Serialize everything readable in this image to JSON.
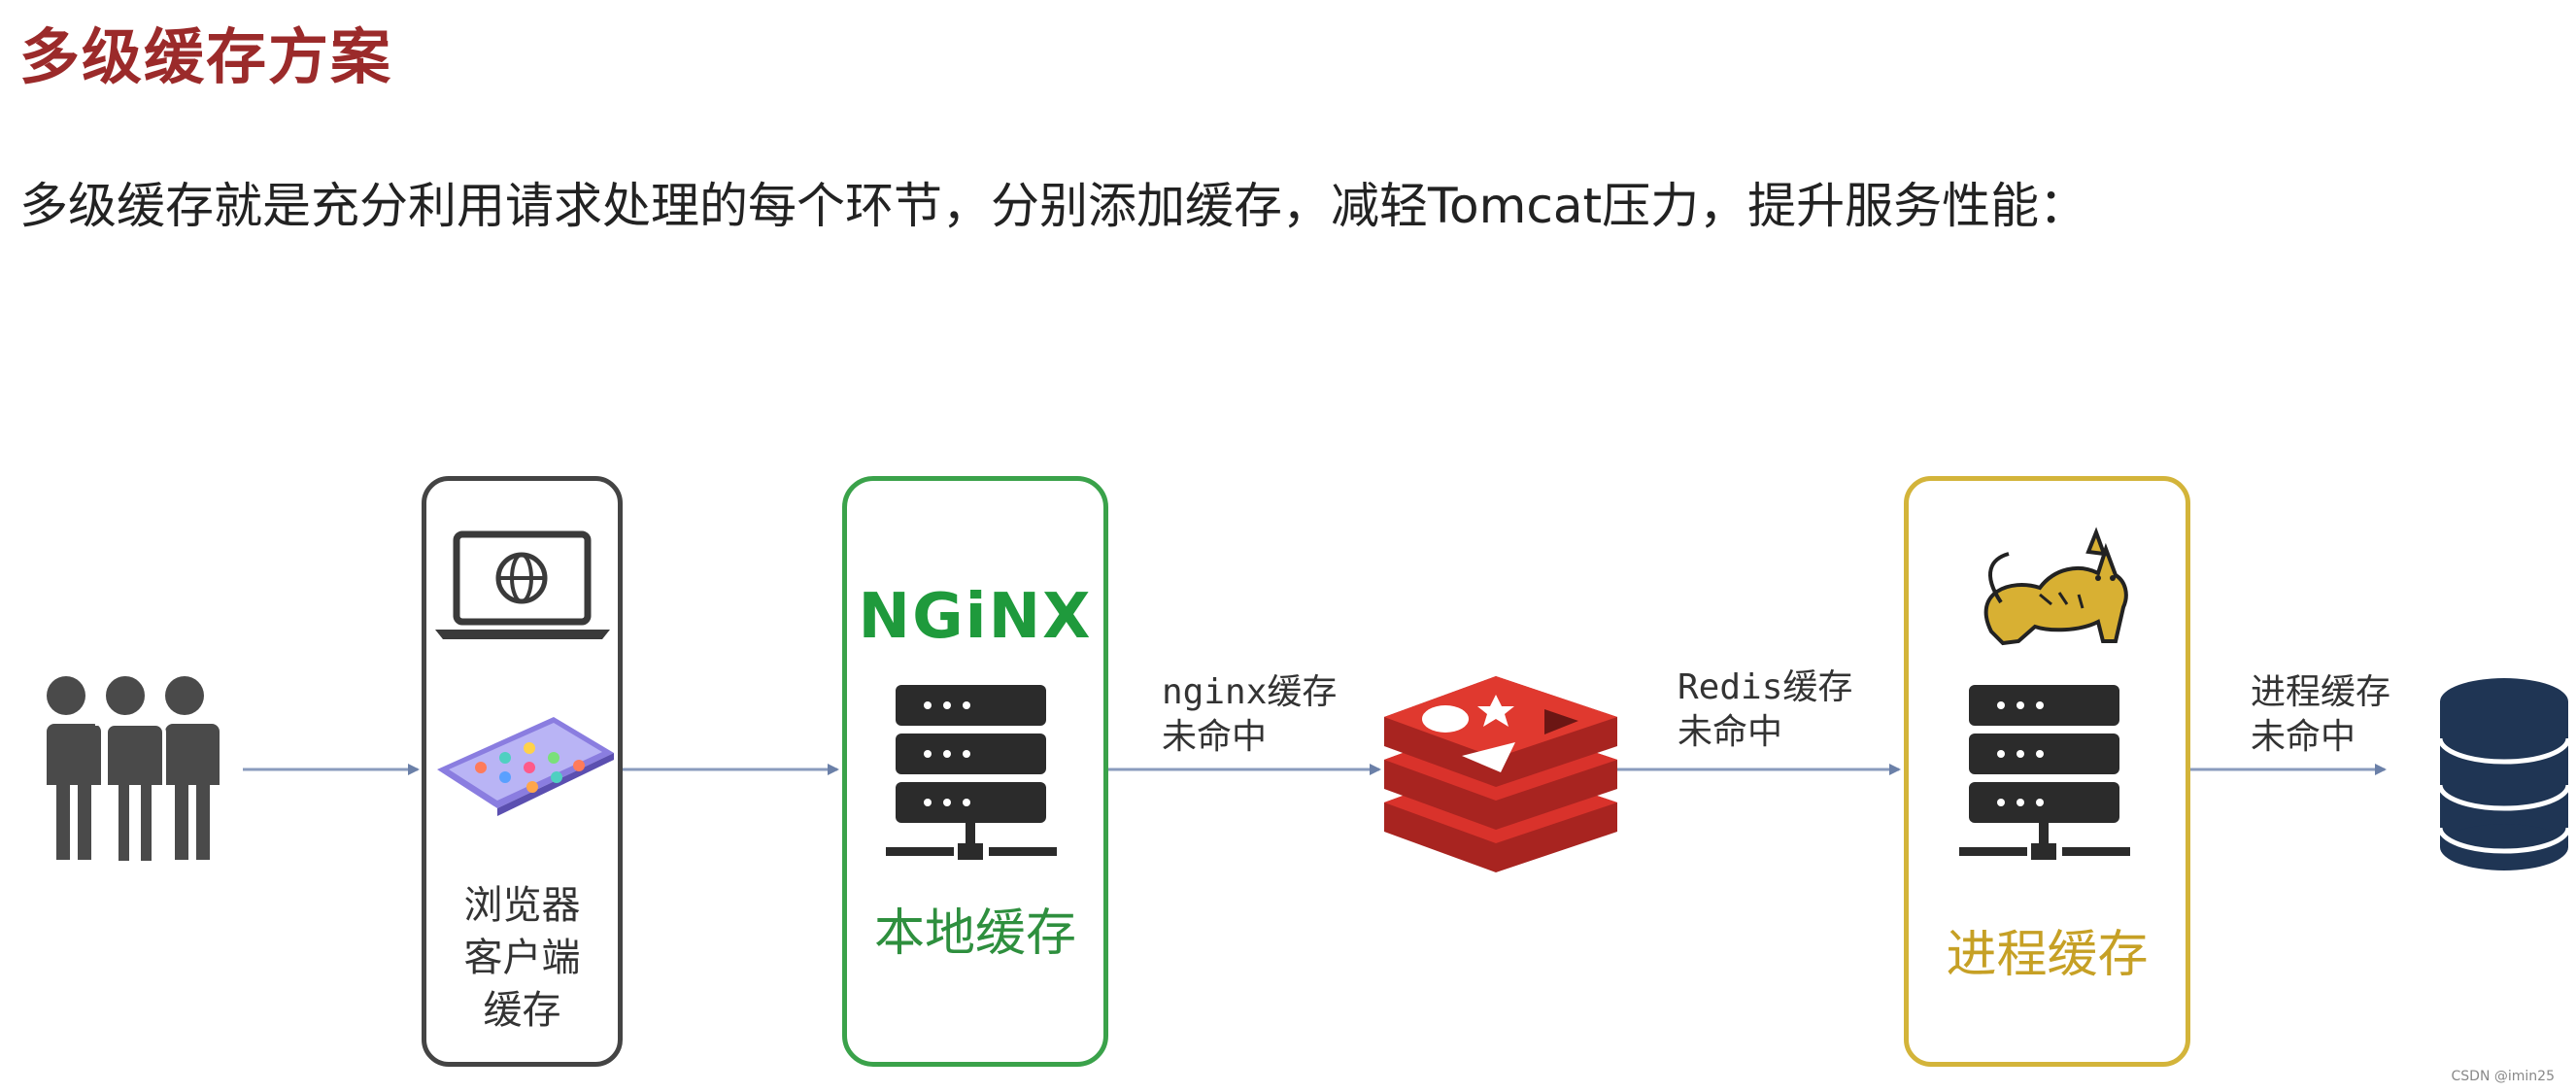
{
  "title": "多级缓存方案",
  "subtitle": "多级缓存就是充分利用请求处理的每个环节，分别添加缓存，减轻Tomcat压力，提升服务性能：",
  "nodes": {
    "browser": {
      "label_lines": [
        "浏览器",
        "客户端",
        "缓存"
      ]
    },
    "nginx": {
      "logo_text": "NGiNX",
      "label": "本地缓存"
    },
    "tomcat": {
      "label": "进程缓存"
    }
  },
  "edges": {
    "nginx_miss": [
      "nginx缓存",
      "未命中"
    ],
    "redis_miss": [
      "Redis缓存",
      "未命中"
    ],
    "process_miss": [
      "进程缓存",
      "未命中"
    ]
  },
  "colors": {
    "title": "#9b2a2a",
    "nginx_green": "#3aa24a",
    "tomcat_gold": "#d3b43a",
    "redis_red": "#d9322b",
    "server_dark": "#2b2b2b",
    "db_navy": "#1f3554",
    "arrow": "#6b80a8"
  },
  "icons": [
    "users-icon",
    "laptop-globe-icon",
    "smartphone-icon",
    "server-icon",
    "redis-icon",
    "tomcat-icon",
    "database-icon"
  ],
  "watermark": "CSDN @imin25"
}
